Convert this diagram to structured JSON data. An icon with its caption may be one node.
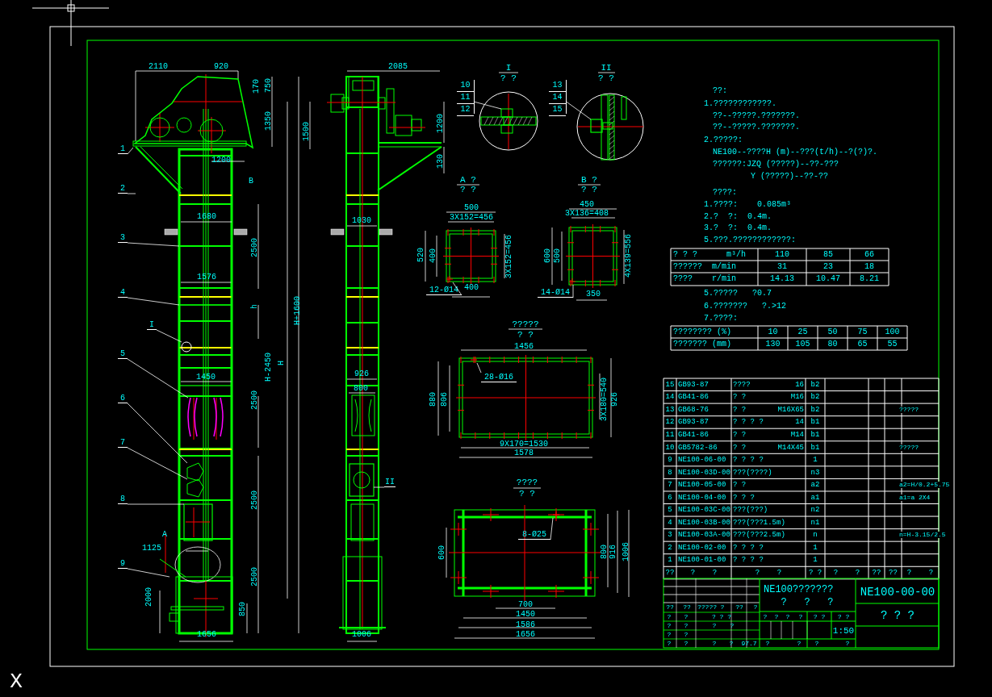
{
  "diagram": {
    "nodes": [
      {
        "text": [
          "1"
        ]
      },
      {
        "text": [
          "2"
        ]
      },
      {
        "text": [
          "3"
        ]
      },
      {
        "text": [
          "4"
        ]
      },
      {
        "text": [
          "5"
        ]
      },
      {
        "text": [
          "6"
        ]
      },
      {
        "text": [
          "7"
        ]
      },
      {
        "text": [
          "8"
        ]
      },
      {
        "text": [
          "9"
        ]
      },
      {
        "text": [
          "I"
        ]
      },
      {
        "text": [
          "II"
        ]
      },
      {
        "text": [
          "10",
          "11",
          "12"
        ]
      },
      {
        "text": [
          "13",
          "14",
          "15"
        ]
      },
      {
        "text": [
          "28-Ø16"
        ]
      },
      {
        "text": [
          "8-Ø25"
        ]
      },
      {
        "text": [
          "12-Ø14"
        ]
      },
      {
        "text": [
          "14-Ø14"
        ]
      },
      {
        "text": [],
        "shape": "picture"
      },
      {
        "text": [],
        "shape": "picture"
      },
      {
        "text": [],
        "shape": "box"
      },
      {
        "text": [],
        "shape": "box"
      },
      {
        "text": [],
        "shape": "picture"
      },
      {
        "text": [],
        "shape": "picture"
      },
      {
        "text": [],
        "shape": "picture"
      },
      {
        "text": [],
        "shape": "box"
      },
      {
        "text": [],
        "shape": "picture"
      },
      {
        "text": [],
        "shape": "circle",
        "in": 20
      },
      {
        "text": [],
        "shape": "box"
      },
      {
        "text": [],
        "shape": "picture"
      },
      {
        "text": [],
        "shape": "box"
      },
      {
        "text": [],
        "shape": "cross"
      },
      {
        "text": [],
        "shape": "cross"
      },
      {
        "text": [],
        "shape": "cross"
      },
      {
        "text": [],
        "shape": "cross"
      }
    ],
    "edges": [
      {
        "from": 0,
        "to": 17,
        "arrow": "none"
      },
      {
        "from": 1,
        "to": 18,
        "arrow": "none"
      },
      {
        "from": 2,
        "to": 19,
        "arrow": "none"
      },
      {
        "from": 3,
        "to": 20,
        "arrow": "none"
      },
      {
        "from": 4,
        "to": 21,
        "arrow": "none"
      },
      {
        "from": 5,
        "to": 22,
        "arrow": "none"
      },
      {
        "from": 6,
        "to": 23,
        "arrow": "none"
      },
      {
        "from": 7,
        "to": 24,
        "arrow": "none"
      },
      {
        "from": 8,
        "to": 25,
        "arrow": "none"
      },
      {
        "from": 9,
        "to": 26,
        "arrow": "none"
      },
      {
        "from": 10,
        "to": 27,
        "arrow": "none"
      },
      {
        "from": 11,
        "to": 28,
        "arrow": "none"
      },
      {
        "from": 12,
        "to": 29,
        "arrow": "none"
      },
      {
        "from": 13,
        "to": 30,
        "arrow": "none"
      },
      {
        "from": 14,
        "to": 31,
        "arrow": "none"
      },
      {
        "from": 15,
        "to": 32,
        "arrow": "none"
      },
      {
        "from": 16,
        "to": 33,
        "arrow": "none"
      }
    ],
    "labels": [
      "2110",
      "920",
      "170",
      "750",
      "1350",
      "1500",
      "1200",
      "B",
      "1680",
      "2500",
      "1576",
      "h",
      "H+1600",
      "H-2450",
      "H",
      "1450",
      "2500",
      "2500",
      "A",
      "1125",
      "2500",
      "2000",
      "850",
      "1656",
      "2085",
      "1200",
      "130",
      "1030",
      "926",
      "800",
      "1006",
      "I",
      "? ?",
      "II",
      "? ?",
      "A ?",
      "? ?",
      "500",
      "3X152=456",
      "520",
      "400",
      "3X152=456",
      "400",
      "B ?",
      "? ?",
      "450",
      "3X136=408",
      "600",
      "500",
      "4X139=556",
      "350",
      "?????",
      "? ?",
      "1456",
      "880",
      "806",
      "3X180=540",
      "926",
      "9X170=1530",
      "1578",
      "????",
      "? ?",
      "600",
      "800",
      "916",
      "1006",
      "700",
      "1450",
      "1586",
      "1656",
      "??:",
      "1.????????????.",
      "??--?????.???????.",
      "??--?????.???????.",
      "2.?????:",
      "NE100--????H (m)--???(t/h)--?(?)?.",
      "??????:JZQ (?????)--??-???",
      "Y (?????)--??-??",
      "????:",
      "1.????:    0.085m³",
      "2.?  ?:  0.4m.",
      "3.?  ?:  0.4m.",
      "5.???.????????????:",
      "? ? ?      m³/h",
      "110",
      "85",
      "66",
      "??????  m/min",
      "31",
      "23",
      "18",
      "????    r/min",
      "14.13",
      "10.47",
      "8.21",
      "5.?????   ?0.7",
      "6.???????   ?.>12",
      "7.????:",
      "???????? (%)",
      "10",
      "25",
      "50",
      "75",
      "100",
      "??????? (mm)",
      "130",
      "105",
      "80",
      "65",
      "55",
      "15",
      "GB93-87",
      "????",
      "16",
      "b2",
      "14",
      "GB41-86",
      "? ?",
      "M16",
      "b2",
      "13",
      "GB68-76",
      "? ?",
      "M16X65",
      "b2",
      "?????",
      "12",
      "GB93-87",
      "? ? ? ?",
      "14",
      "b1",
      "11",
      "GB41-86",
      "? ?",
      "M14",
      "b1",
      "10",
      "GB5782-86",
      "? ?",
      "M14X45",
      "b1",
      "?????",
      "9",
      "NE100-06-00",
      "? ? ? ?",
      "1",
      "8",
      "NE100-03D-00",
      "???(????)",
      "n3",
      "7",
      "NE100-05-00",
      "? ?",
      "a2",
      "a2=H/0.2+5.75",
      "6",
      "NE100-04-00",
      "? ? ?",
      "a1",
      "a1=a 2X4",
      "5",
      "NE100-03C-00",
      "???(???)",
      "n2",
      "4",
      "NE100-03B-00",
      "???(???1.5m)",
      "n1",
      "3",
      "NE100-03A-00",
      "???(???2.5m)",
      "n",
      "n=H-3.15/2.5",
      "2",
      "NE100-02-00",
      "? ? ? ?",
      "1",
      "1",
      "NE100-01-00",
      "? ? ? ?",
      "1",
      "??",
      "?    ?",
      "?    ?",
      "? ?",
      "?    ?",
      "??",
      "??",
      "?    ?",
      "NE100???????",
      "NE100-00-00",
      "?   ?   ?",
      "? ? ?",
      "??",
      "??",
      "?????",
      "?",
      "??",
      "?",
      "?",
      "?",
      "? ? ?",
      "?",
      "?",
      "?",
      "?",
      "? ?",
      "? ?",
      "1:50",
      "?",
      "?",
      "?",
      "?",
      "?",
      "?",
      "?",
      "?",
      "?",
      "?",
      "97.7",
      "?",
      "?",
      "?",
      "?",
      "X"
    ]
  }
}
